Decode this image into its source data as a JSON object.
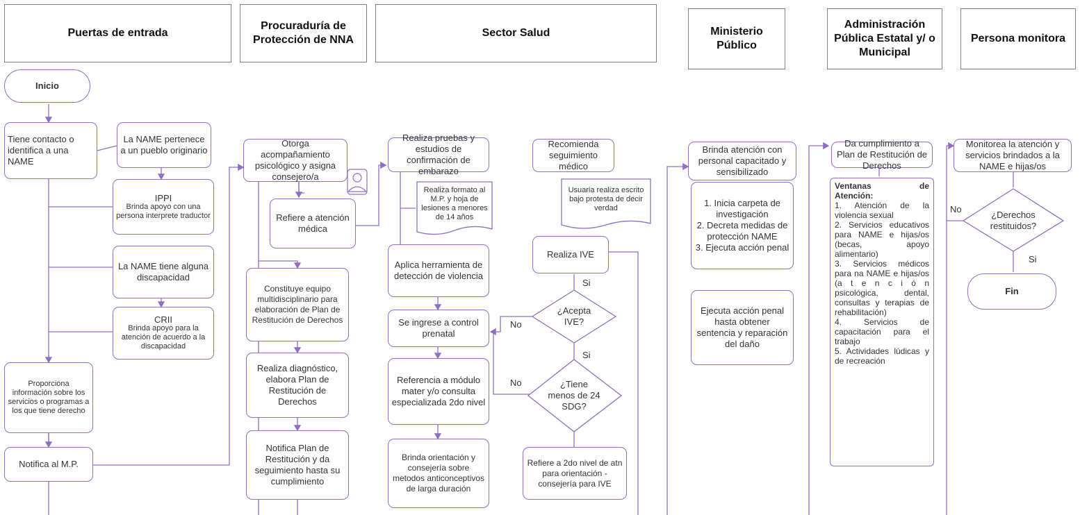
{
  "headers": {
    "puertas": "Puertas de entrada",
    "procuraduria": "Procuraduría de Protección de NNA",
    "salud": "Sector Salud",
    "ministerio": "Ministerio Público",
    "administracion": "Administración Pública Estatal y/ o Municipal",
    "monitora": "Persona monitora"
  },
  "puertas": {
    "inicio": "Inicio",
    "contacto": "Tiene contacto o identifica a una NAME",
    "pueblo": "La NAME pertenece a un pueblo originario",
    "ippi_title": "IPPI",
    "ippi_text": "Brinda apoyo con una persona interprete traductor",
    "discapacidad": "La NAME tiene alguna discapacidad",
    "crii_title": "CRII",
    "crii_text": "Brinda apoyo para la atención de acuerdo a la discapacidad",
    "proporciona": "Proporciona información sobre los servicios o programas a los que tiene derecho",
    "notifica": "Notifica al M.P."
  },
  "procuraduria": {
    "otorga": "Otorga acompañamiento psicológico y asigna consejero/a",
    "refiere": "Refiere a atención médica",
    "constituye": "Constituye equipo multidisciplinario para elaboración de Plan de Restitución de Derechos",
    "diagnostico": "Realiza diagnóstico, elabora Plan de Restitución de Derechos",
    "notifica_plan": "Notifica Plan de Restitución y da seguimiento hasta su cumplimiento"
  },
  "salud": {
    "pruebas": "Realiza pruebas y estudios de confirmación de embarazo",
    "formato": "Realiza formato al M.P. y hoja de lesiones a menores de 14 años",
    "herramienta": "Aplica herramienta de detección de violencia",
    "control": "Se ingrese a control prenatal",
    "referencia": "Referencia a módulo mater y/o consulta especializada 2do nivel",
    "orientacion": "Brinda orientación y consejería sobre metodos anticonceptivos de larga duración",
    "recomienda": "Recomienda seguimiento médico",
    "usuaria": "Usuaria realiza escrito bajo protesta de decir verdad",
    "ive": "Realiza IVE",
    "acepta": "¿Acepta IVE?",
    "menos": "¿Tiene menos de 24 SDG?",
    "refiere2": "Refiere a 2do nivel de atn para orientación - consejería para IVE",
    "si1": "Si",
    "si2": "Si",
    "no1": "No",
    "no2": "No"
  },
  "ministerio": {
    "brinda": "Brinda atención con personal capacitado y sensibilizado",
    "carpeta": "1. Inicia carpeta de investigación\n2. Decreta medidas de protección NAME\n3. Ejecuta acción penal",
    "ejecuta": "Ejecuta acción penal hasta obtener sentencia y reparación del daño"
  },
  "administracion": {
    "cumplimiento": "Da cumplimiento a Plan de Restitución de Derechos",
    "ventanas_title_a": "Ventanas",
    "ventanas_title_b": "de",
    "ventanas_title_c": "Atención:",
    "items": [
      "1. Atención de la violencia sexual",
      "2. Servicios educativos para NAME e hijas/os (becas, apoyo alimentario)",
      "3. Servicios médicos para na NAME e hijas/os (a t e n c i ó n psicológica, dental, consultas y terapias de rehabilitación)",
      "4. Servicios de capacitación para el trabajo",
      "5. Actividades lúdicas y de recreación"
    ]
  },
  "monitora": {
    "monitorea": "Monitorea la atención y servicios brindados a la NAME e hijas/os",
    "derechos": "¿Derechos restituidos?",
    "no": "No",
    "si": "Si",
    "fin": "Fin"
  },
  "colors": {
    "border": "#8e6fc2",
    "line": "#8e6fc2",
    "header_border": "#7f7f7f"
  },
  "icons": {
    "person": "user-icon"
  }
}
